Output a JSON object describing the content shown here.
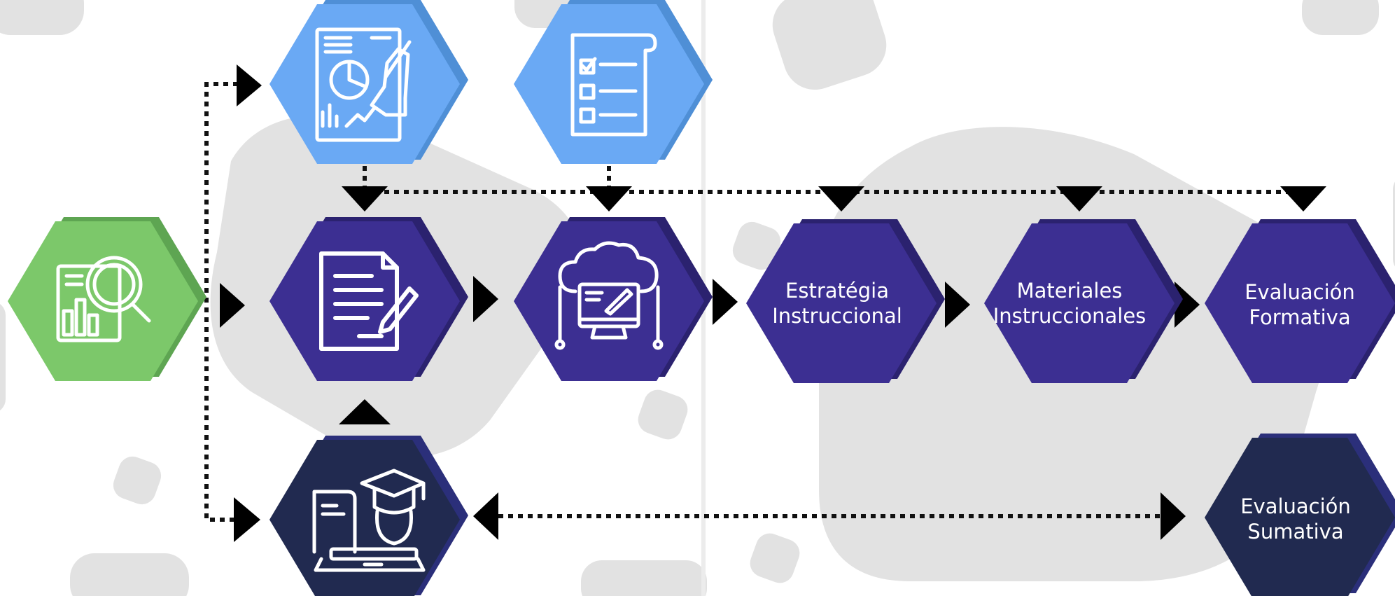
{
  "colors": {
    "green": "#7cc86a",
    "green_shadow": "#5ea552",
    "blue": "#6aa9f4",
    "blue_shadow": "#4f8fd6",
    "purple": "#3c2f92",
    "purple_shadow": "#2b226f",
    "navy": "#212a50",
    "navy_shadow": "#2b2f7a",
    "background_blob": "#e2e2e2",
    "arrow": "#000000"
  },
  "nodes": {
    "analysis": {
      "icon": "analytics-magnifier-icon"
    },
    "data_review": {
      "icon": "data-analysis-hand-icon"
    },
    "checklist": {
      "icon": "checklist-icon"
    },
    "design_document": {
      "icon": "document-pen-icon"
    },
    "cloud_development": {
      "icon": "cloud-computer-icon"
    },
    "learner": {
      "icon": "graduate-laptop-icon"
    },
    "estrategia": {
      "line1": "Estratégia",
      "line2": "Instruccional"
    },
    "materiales": {
      "line1": "Materiales",
      "line2": "Instruccionales"
    },
    "formativa": {
      "line1": "Evaluación",
      "line2": "Formativa"
    },
    "sumativa": {
      "line1": "Evaluación",
      "line2": "Sumativa"
    }
  }
}
